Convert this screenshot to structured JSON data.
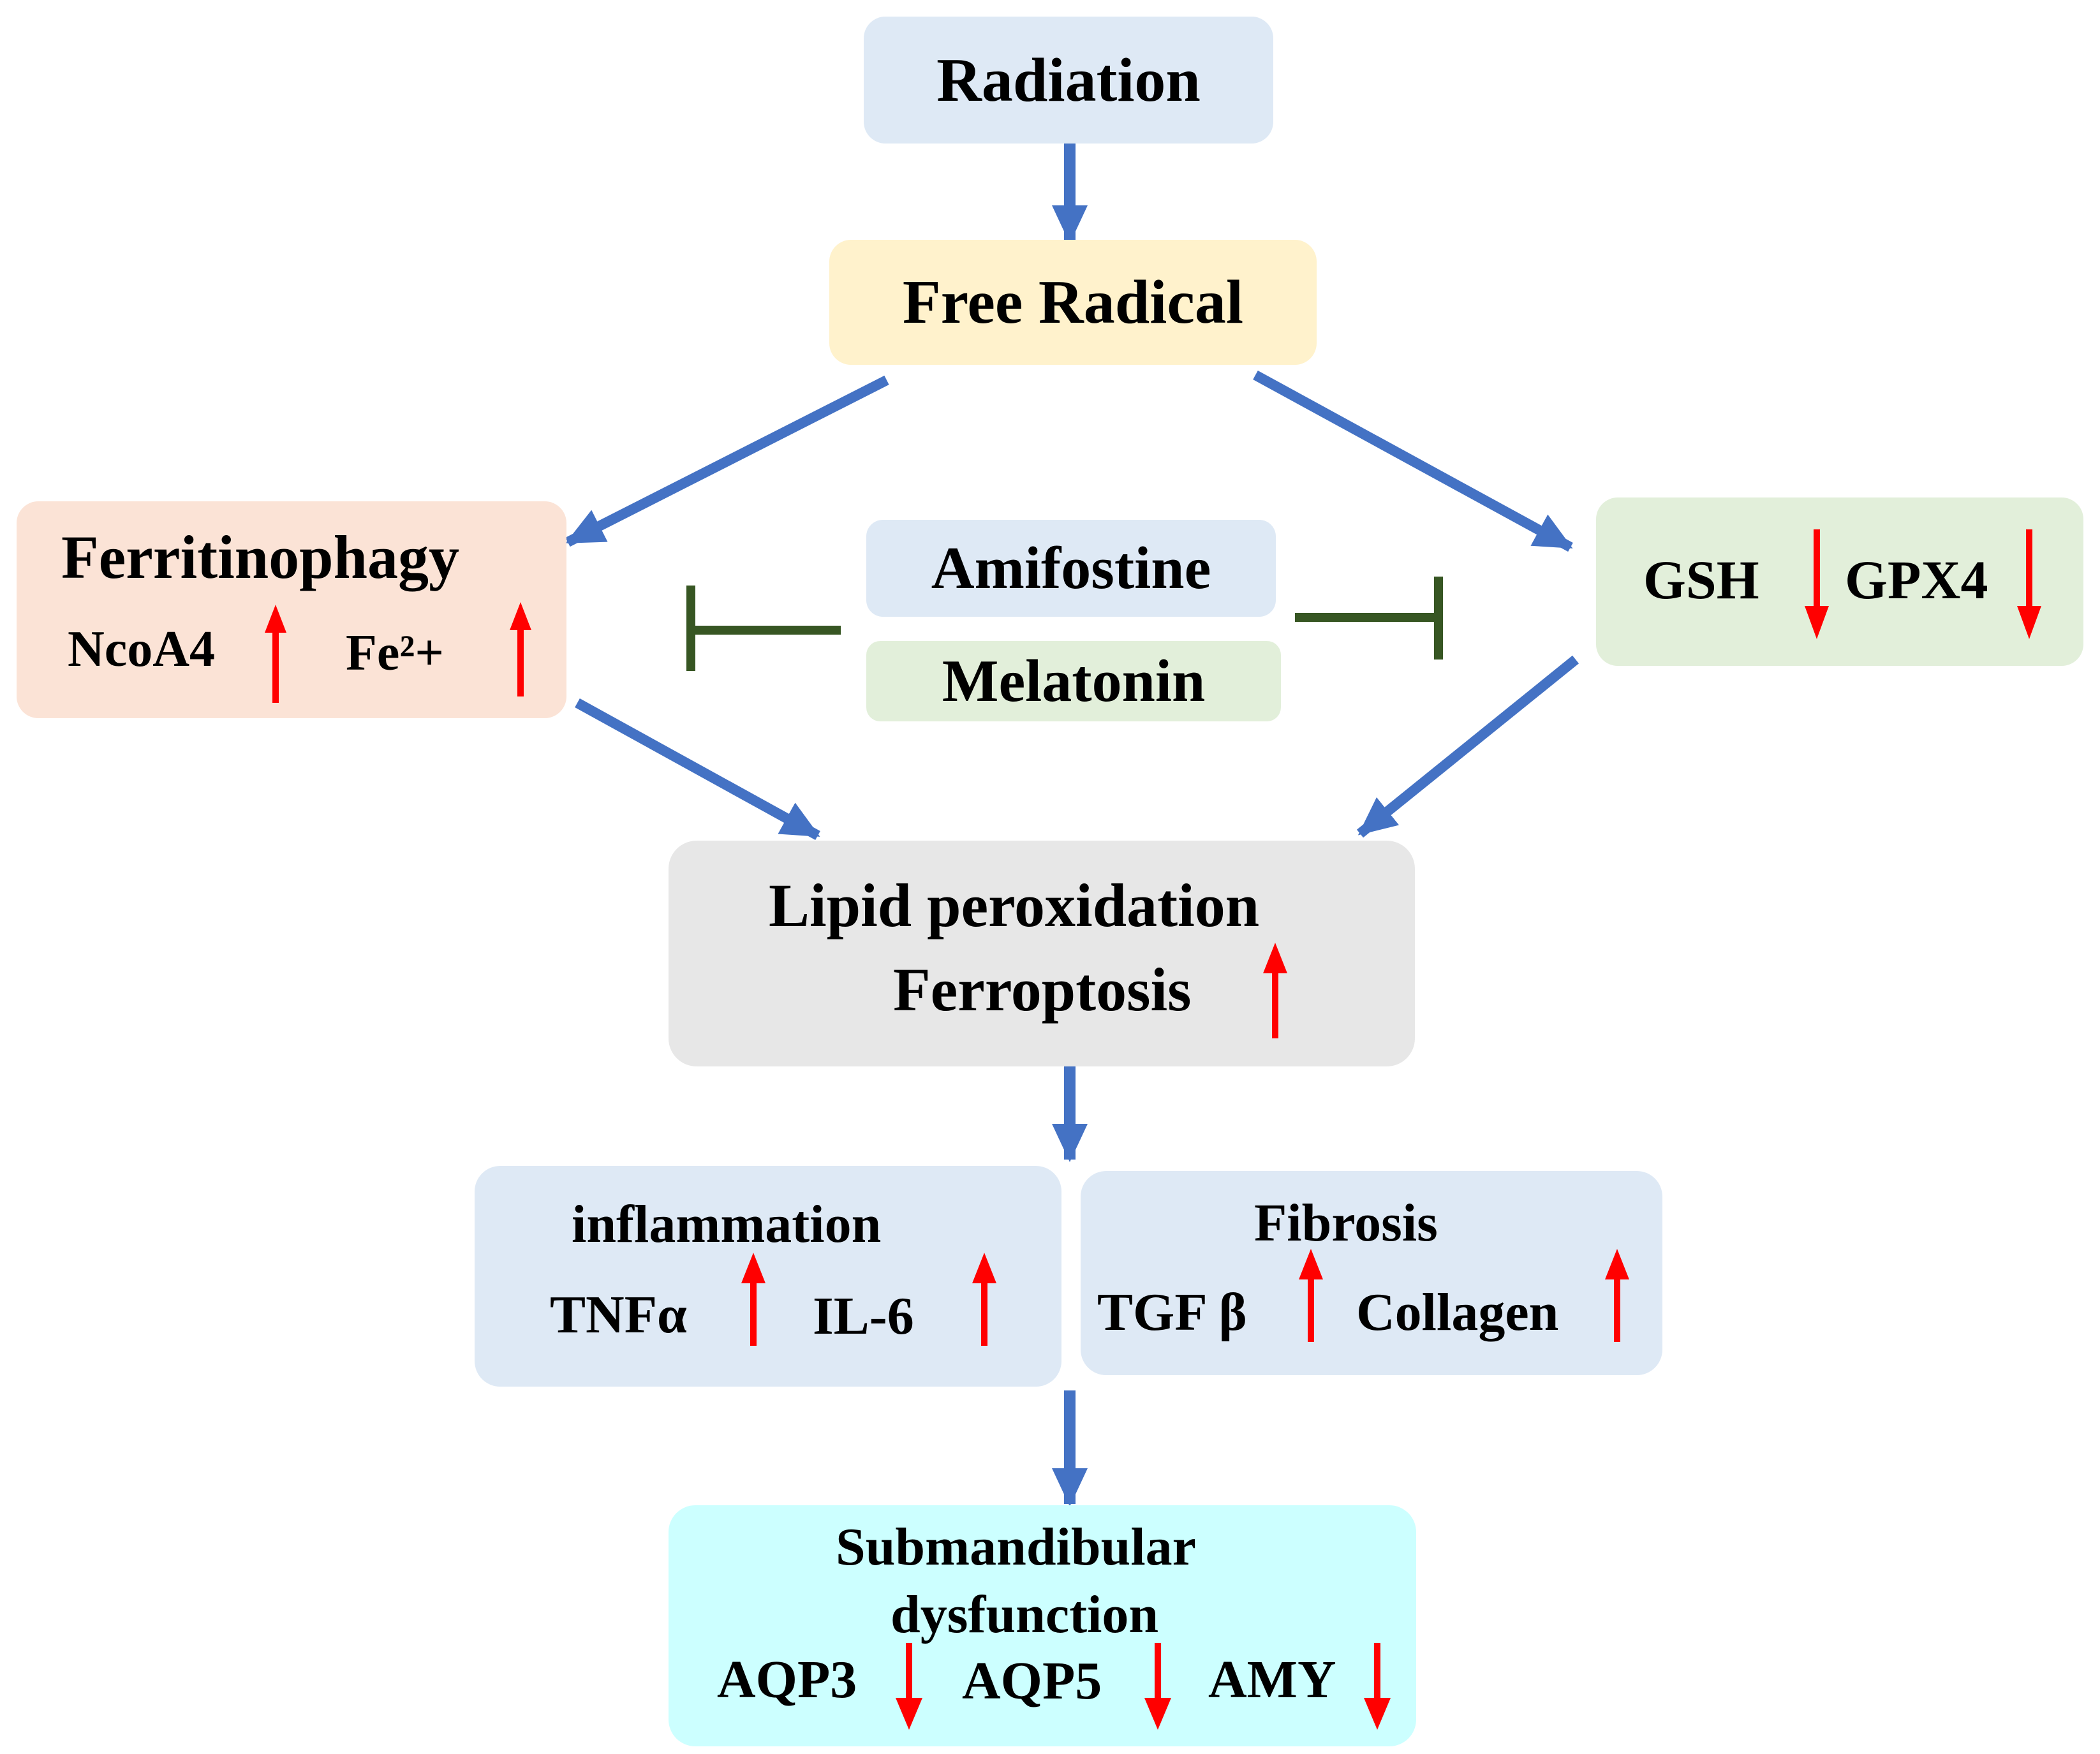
{
  "colors": {
    "flow_arrow": "#4472C4",
    "change_arrow": "#FF0000",
    "inhibit_line": "#375623",
    "radiation_bg": "#DEE9F5",
    "free_radical_bg": "#FFF2CC",
    "ferritinophagy_bg": "#FBE3D6",
    "gsh_bg": "#E2EFDA",
    "amifostine_bg": "#DEE9F5",
    "melatonin_bg": "#E2EFDA",
    "lipid_bg": "#E7E7E7",
    "inflammation_bg": "#DEE9F5",
    "fibrosis_bg": "#DEE9F5",
    "submandibular_bg": "#CCFFFF"
  },
  "nodes": {
    "radiation": {
      "label": "Radiation"
    },
    "free_radical": {
      "label": "Free Radical"
    },
    "ferritinophagy": {
      "label": "Ferritinophagy",
      "marker_1": {
        "label": "NcoA4",
        "direction": "up"
      },
      "marker_2": {
        "label": "Fe²+",
        "direction": "up"
      }
    },
    "gsh_gpx4": {
      "marker_1": {
        "label": "GSH",
        "direction": "down"
      },
      "marker_2": {
        "label": "GPX4",
        "direction": "down"
      }
    },
    "amifostine": {
      "label": "Amifostine"
    },
    "melatonin": {
      "label": "Melatonin"
    },
    "lipid": {
      "line_1": "Lipid peroxidation",
      "line_2": "Ferroptosis",
      "direction": "up"
    },
    "inflammation": {
      "label": "inflammation",
      "marker_1": {
        "label": "TNFα",
        "direction": "up"
      },
      "marker_2": {
        "label": "IL-6",
        "direction": "up"
      }
    },
    "fibrosis": {
      "label": "Fibrosis",
      "marker_1": {
        "label": "TGF β",
        "direction": "up"
      },
      "marker_2": {
        "label": "Collagen",
        "direction": "up"
      }
    },
    "submandibular": {
      "line_1": "Submandibular",
      "line_2": "dysfunction",
      "marker_1": {
        "label": "AQP3",
        "direction": "down"
      },
      "marker_2": {
        "label": "AQP5",
        "direction": "down"
      },
      "marker_3": {
        "label": "AMY",
        "direction": "down"
      }
    }
  }
}
